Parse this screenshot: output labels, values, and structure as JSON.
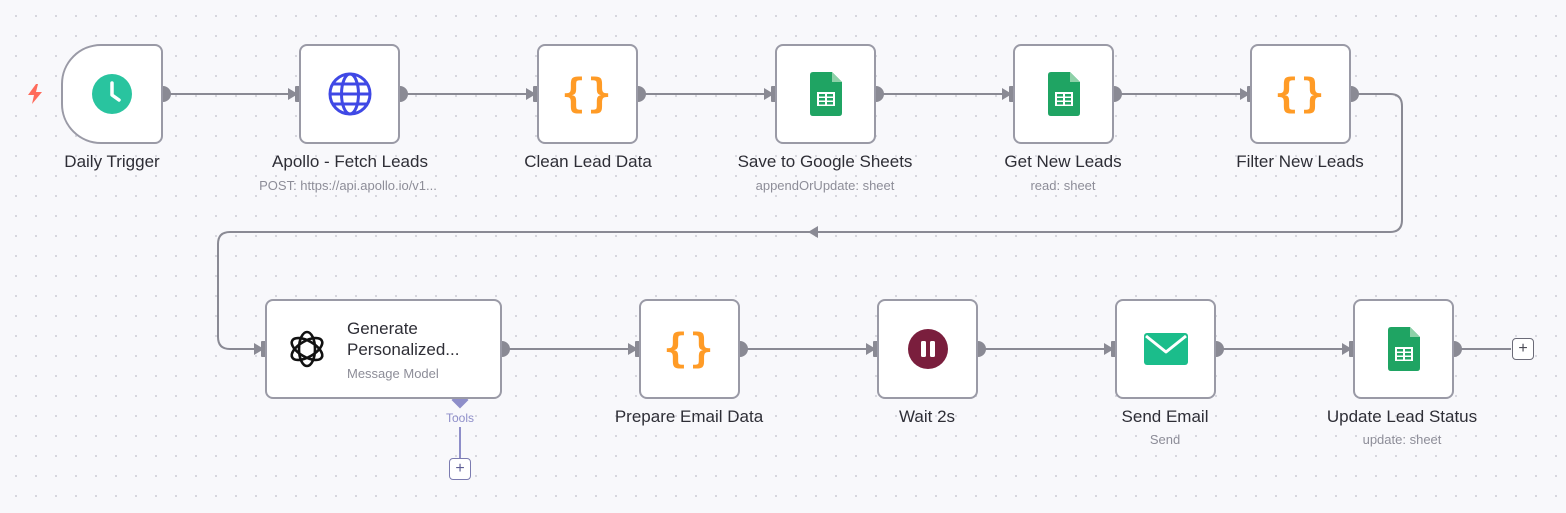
{
  "workflow": {
    "nodes": [
      {
        "title": "Daily Trigger",
        "icon": "clock-icon"
      },
      {
        "title": "Apollo - Fetch Leads",
        "subtitle": "POST: https://api.apollo.io/v1...",
        "icon": "globe-icon"
      },
      {
        "title": "Clean Lead Data",
        "icon": "code-braces-icon"
      },
      {
        "title": "Save to Google Sheets",
        "subtitle": "appendOrUpdate: sheet",
        "icon": "google-sheets-icon"
      },
      {
        "title": "Get New Leads",
        "subtitle": "read: sheet",
        "icon": "google-sheets-icon"
      },
      {
        "title": "Filter New Leads",
        "icon": "code-braces-icon"
      },
      {
        "title_line1": "Generate",
        "title_line2": "Personalized...",
        "subtitle": "Message Model",
        "icon": "openai-icon",
        "tools_label": "Tools"
      },
      {
        "title": "Prepare Email Data",
        "icon": "code-braces-icon"
      },
      {
        "title": "Wait 2s",
        "icon": "pause-icon"
      },
      {
        "title": "Send Email",
        "subtitle": "Send",
        "icon": "email-icon"
      },
      {
        "title": "Update Lead Status",
        "subtitle": "update: sheet",
        "icon": "google-sheets-icon"
      }
    ],
    "add_symbol": "+",
    "braces_text": "{}"
  },
  "colors": {
    "clock": "#29c49f",
    "globe": "#3f48e5",
    "braces": "#ff9b26",
    "sheets": "#1fa463",
    "pause": "#7a1e3d",
    "email": "#1bbd8b",
    "trigger_bolt": "#ff6b5b",
    "tools": "#8e8ec9"
  }
}
